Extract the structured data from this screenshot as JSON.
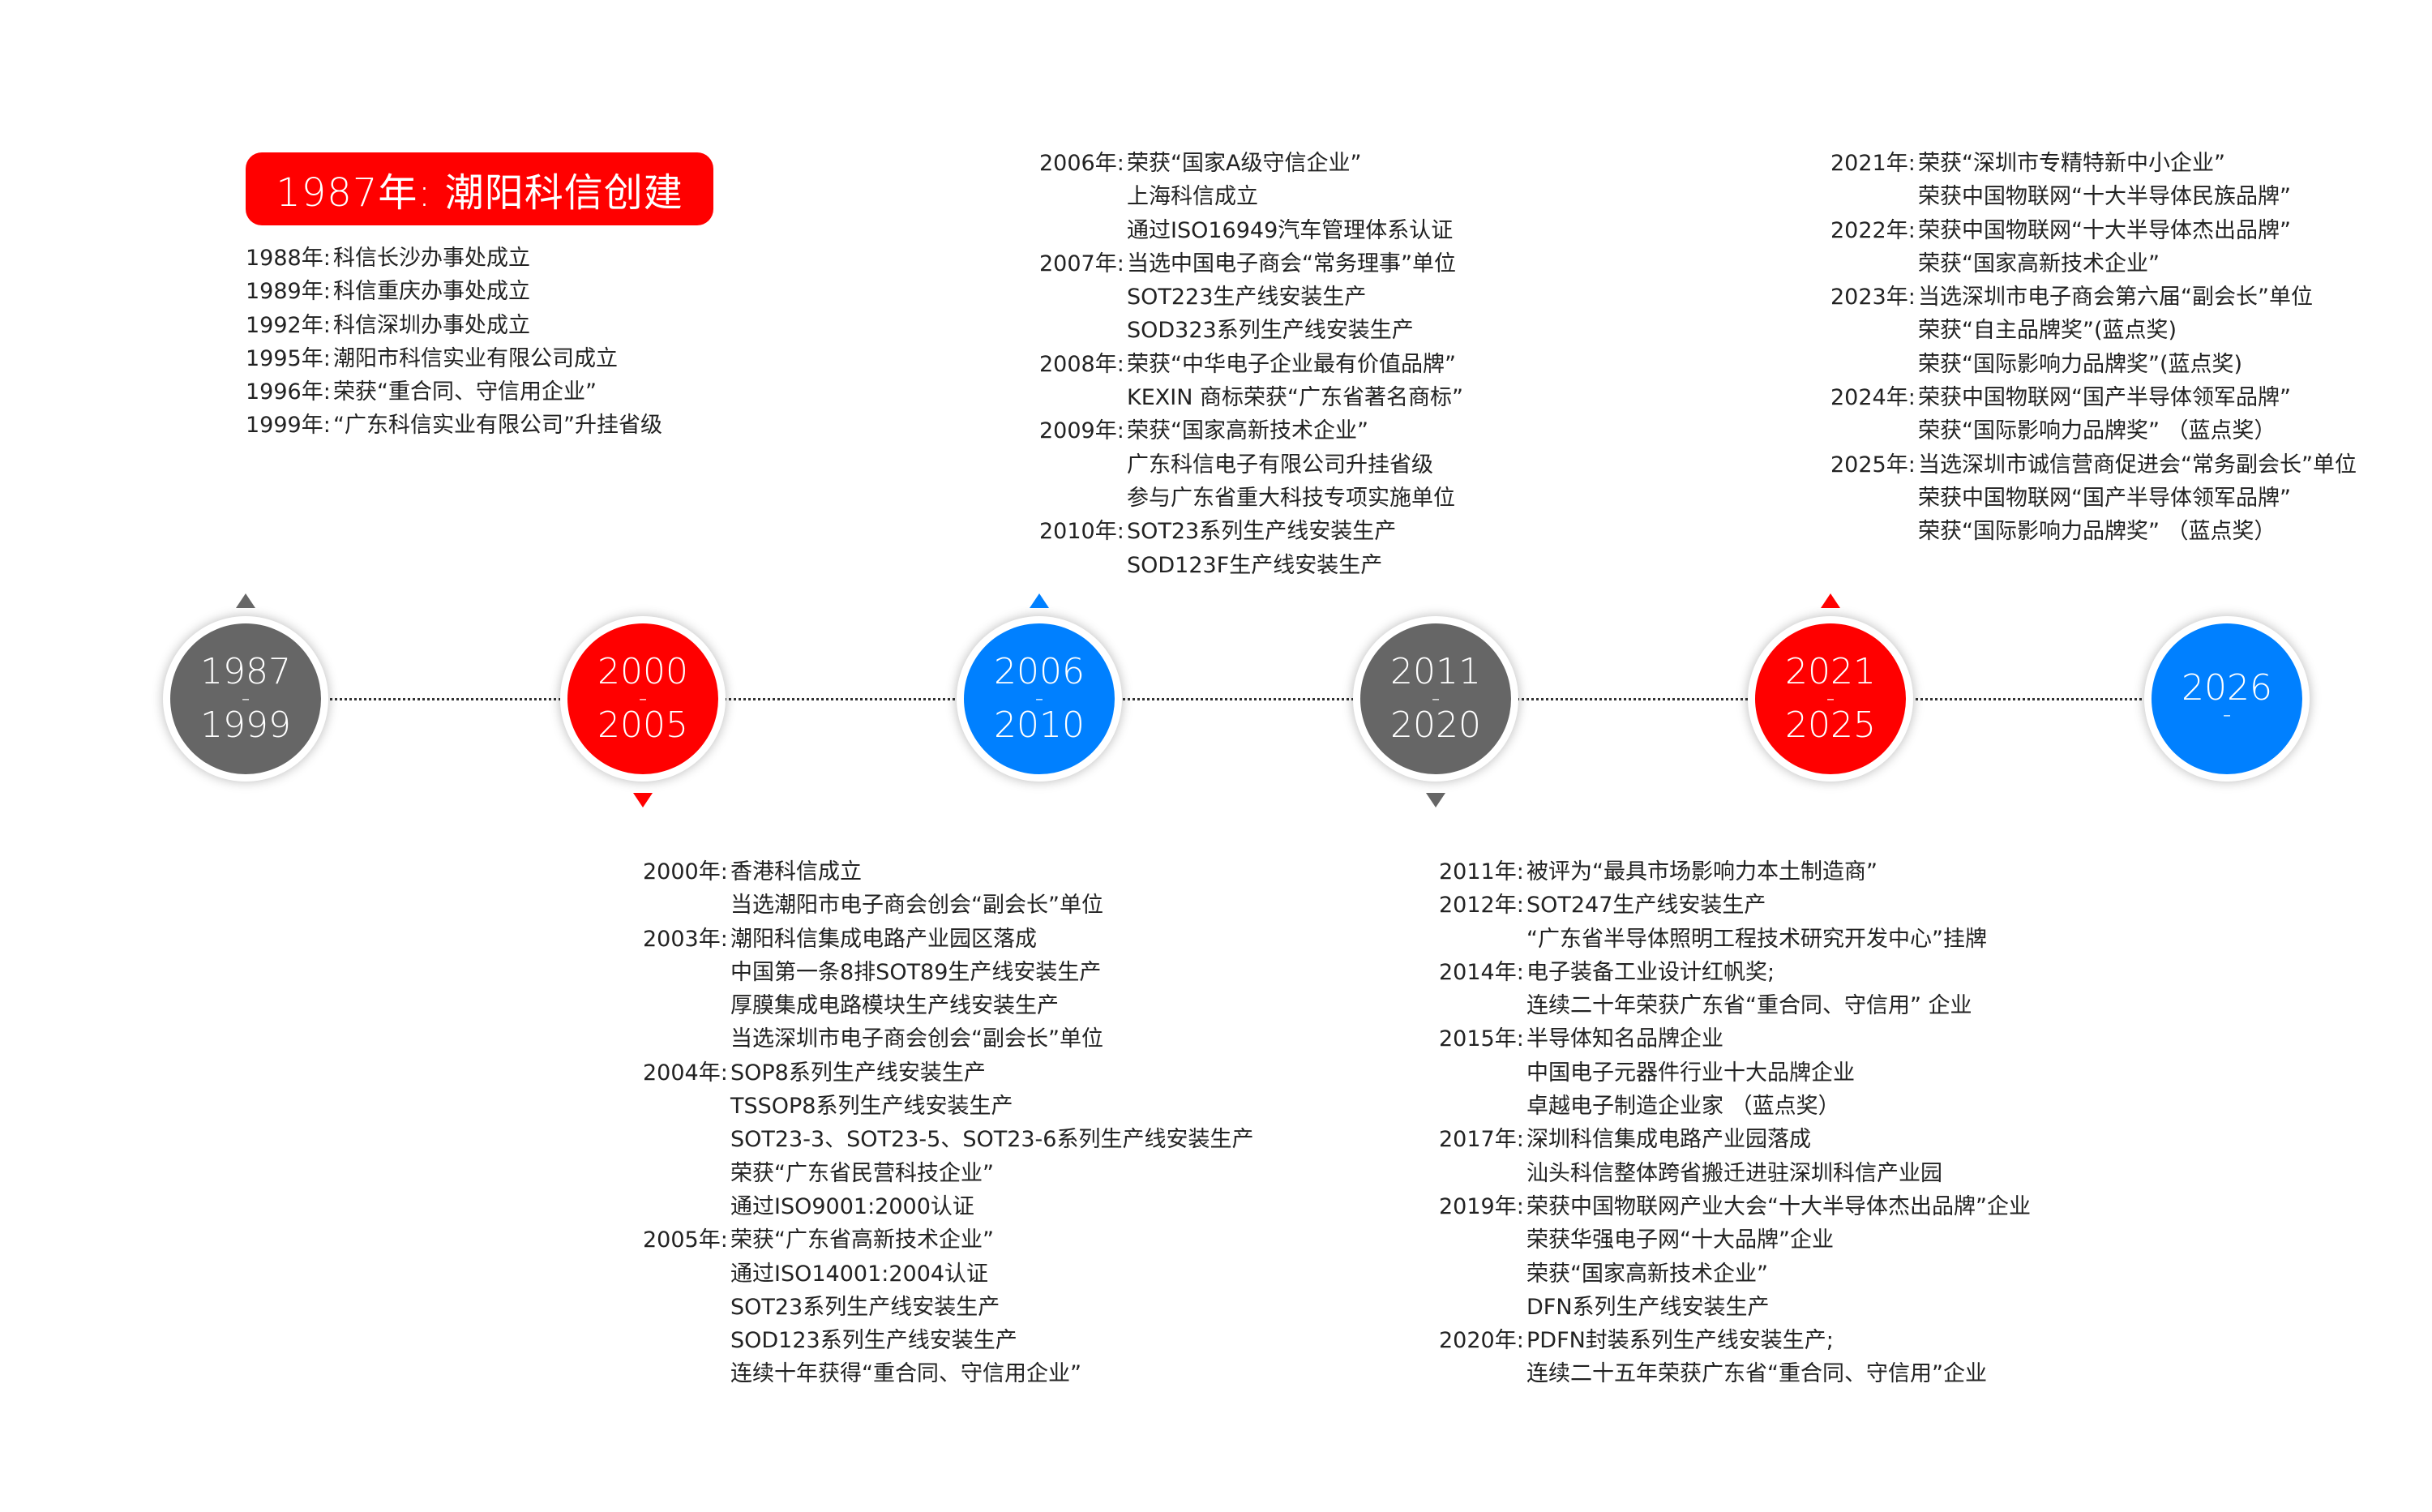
{
  "colors": {
    "gray": "#666666",
    "red": "#ff0000",
    "blue": "#0080ff"
  },
  "title": "1987年: 潮阳科信创建",
  "nodes": [
    {
      "start": "1987",
      "sep": "-",
      "end": "1999",
      "color": "#666666",
      "marker": "up"
    },
    {
      "start": "2000",
      "sep": "-",
      "end": "2005",
      "color": "#ff0000",
      "marker": "down"
    },
    {
      "start": "2006",
      "sep": "-",
      "end": "2010",
      "color": "#0080ff",
      "marker": "up"
    },
    {
      "start": "2011",
      "sep": "-",
      "end": "2020",
      "color": "#666666",
      "marker": "down"
    },
    {
      "start": "2021",
      "sep": "-",
      "end": "2025",
      "color": "#ff0000",
      "marker": "up"
    },
    {
      "start": "2026",
      "sep": "-",
      "end": "",
      "color": "#0080ff",
      "marker": ""
    }
  ],
  "blocks": [
    {
      "id": "1987-1999",
      "entries": [
        {
          "year": "1988年: ",
          "items": [
            "科信长沙办事处成立"
          ]
        },
        {
          "year": "1989年: ",
          "items": [
            "科信重庆办事处成立"
          ]
        },
        {
          "year": "1992年: ",
          "items": [
            "科信深圳办事处成立"
          ]
        },
        {
          "year": "1995年: ",
          "items": [
            "潮阳市科信实业有限公司成立"
          ]
        },
        {
          "year": "1996年: ",
          "items": [
            "荣获“重合同、守信用企业”"
          ]
        },
        {
          "year": "1999年: ",
          "items": [
            "“广东科信实业有限公司”升挂省级"
          ]
        }
      ]
    },
    {
      "id": "2000-2005",
      "entries": [
        {
          "year": "2000年: ",
          "items": [
            "香港科信成立",
            "当选潮阳市电子商会创会“副会长”单位"
          ]
        },
        {
          "year": "2003年: ",
          "items": [
            "潮阳科信集成电路产业园区落成",
            "中国第一条8排SOT89生产线安装生产",
            "厚膜集成电路模块生产线安装生产",
            "当选深圳市电子商会创会“副会长”单位"
          ]
        },
        {
          "year": "2004年: ",
          "items": [
            "SOP8系列生产线安装生产",
            "TSSOP8系列生产线安装生产",
            "SOT23-3、SOT23-5、SOT23-6系列生产线安装生产",
            "荣获“广东省民营科技企业”",
            "通过ISO9001:2000认证"
          ]
        },
        {
          "year": "2005年: ",
          "items": [
            "荣获“广东省高新技术企业”",
            "通过ISO14001:2004认证",
            "SOT23系列生产线安装生产",
            "SOD123系列生产线安装生产",
            "连续十年获得“重合同、守信用企业”"
          ]
        }
      ]
    },
    {
      "id": "2006-2010",
      "entries": [
        {
          "year": "2006年: ",
          "items": [
            "荣获“国家A级守信企业”",
            "上海科信成立",
            "通过ISO16949汽车管理体系认证"
          ]
        },
        {
          "year": "2007年: ",
          "items": [
            "当选中国电子商会“常务理事”单位",
            "SOT223生产线安装生产",
            "SOD323系列生产线安装生产"
          ]
        },
        {
          "year": "2008年: ",
          "items": [
            "荣获“中华电子企业最有价值品牌”",
            "KEXIN 商标荣获“广东省著名商标”"
          ]
        },
        {
          "year": "2009年: ",
          "items": [
            "荣获“国家高新技术企业”",
            "广东科信电子有限公司升挂省级",
            "参与广东省重大科技专项实施单位"
          ]
        },
        {
          "year": "2010年: ",
          "items": [
            "SOT23系列生产线安装生产",
            "SOD123F生产线安装生产"
          ]
        }
      ]
    },
    {
      "id": "2011-2020",
      "entries": [
        {
          "year": "2011年: ",
          "items": [
            "被评为“最具市场影响力本土制造商”"
          ]
        },
        {
          "year": "2012年: ",
          "items": [
            "SOT247生产线安装生产",
            "“广东省半导体照明工程技术研究开发中心”挂牌"
          ]
        },
        {
          "year": "2014年: ",
          "items": [
            "电子装备工业设计红帆奖;",
            "连续二十年荣获广东省“重合同、守信用” 企业"
          ]
        },
        {
          "year": "2015年: ",
          "items": [
            "半导体知名品牌企业",
            "中国电子元器件行业十大品牌企业",
            "卓越电子制造企业家 （蓝点奖）"
          ]
        },
        {
          "year": "2017年: ",
          "items": [
            "深圳科信集成电路产业园落成",
            "汕头科信整体跨省搬迁进驻深圳科信产业园"
          ]
        },
        {
          "year": "2019年: ",
          "items": [
            "荣获中国物联网产业大会“十大半导体杰出品牌”企业",
            "荣获华强电子网“十大品牌”企业",
            "荣获“国家高新技术企业”",
            "DFN系列生产线安装生产"
          ]
        },
        {
          "year": "2020年: ",
          "items": [
            "PDFN封装系列生产线安装生产;",
            "连续二十五年荣获广东省“重合同、守信用”企业"
          ]
        }
      ]
    },
    {
      "id": "2021-2025",
      "entries": [
        {
          "year": "2021年: ",
          "items": [
            "荣获“深圳市专精特新中小企业”",
            "荣获中国物联网“十大半导体民族品牌”"
          ]
        },
        {
          "year": "2022年: ",
          "items": [
            "荣获中国物联网“十大半导体杰出品牌”",
            "荣获“国家高新技术企业”"
          ]
        },
        {
          "year": "2023年: ",
          "items": [
            "当选深圳市电子商会第六届“副会长”单位",
            "荣获“自主品牌奖”(蓝点奖)",
            "荣获“国际影响力品牌奖”(蓝点奖)"
          ]
        },
        {
          "year": "2024年: ",
          "items": [
            "荣获中国物联网“国产半导体领军品牌”",
            "荣获“国际影响力品牌奖” （蓝点奖）"
          ]
        },
        {
          "year": "2025年: ",
          "items": [
            "当选深圳市诚信营商促进会“常务副会长”单位",
            "荣获中国物联网“国产半导体领军品牌”",
            "荣获“国际影响力品牌奖” （蓝点奖）"
          ]
        }
      ]
    }
  ]
}
